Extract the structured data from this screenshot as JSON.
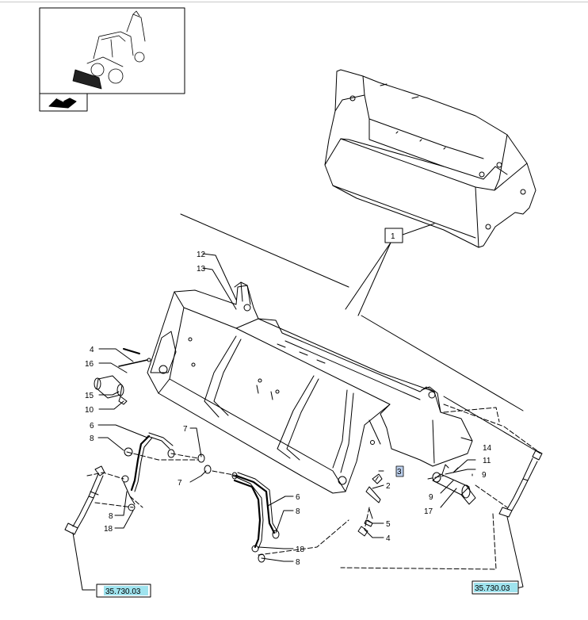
{
  "labels": {
    "p1": "1",
    "p12": "12",
    "p13": "13",
    "p4a": "4",
    "p16": "16",
    "p15": "15",
    "p10": "10",
    "p6a": "6",
    "p8a": "8",
    "p8b": "8",
    "p18a": "18",
    "p7a": "7",
    "p7b": "7",
    "p6b": "6",
    "p8c": "8",
    "p18b": "18",
    "p8d": "8",
    "p3": "3",
    "p2": "2",
    "p5": "5",
    "p4b": "4",
    "p14": "14",
    "p11": "11",
    "p9a": "9",
    "p9b": "9",
    "p17": "17"
  },
  "refs": {
    "left": "35.730.03",
    "right": "35.730.03"
  },
  "colors": {
    "ref_bg": "#9fe3ee",
    "highlight": "#bcd0ee",
    "line": "#000000"
  },
  "icons": {
    "thumbnail": "backhoe-loader-thumbnail",
    "nav": "navigation-arrow-icon"
  }
}
